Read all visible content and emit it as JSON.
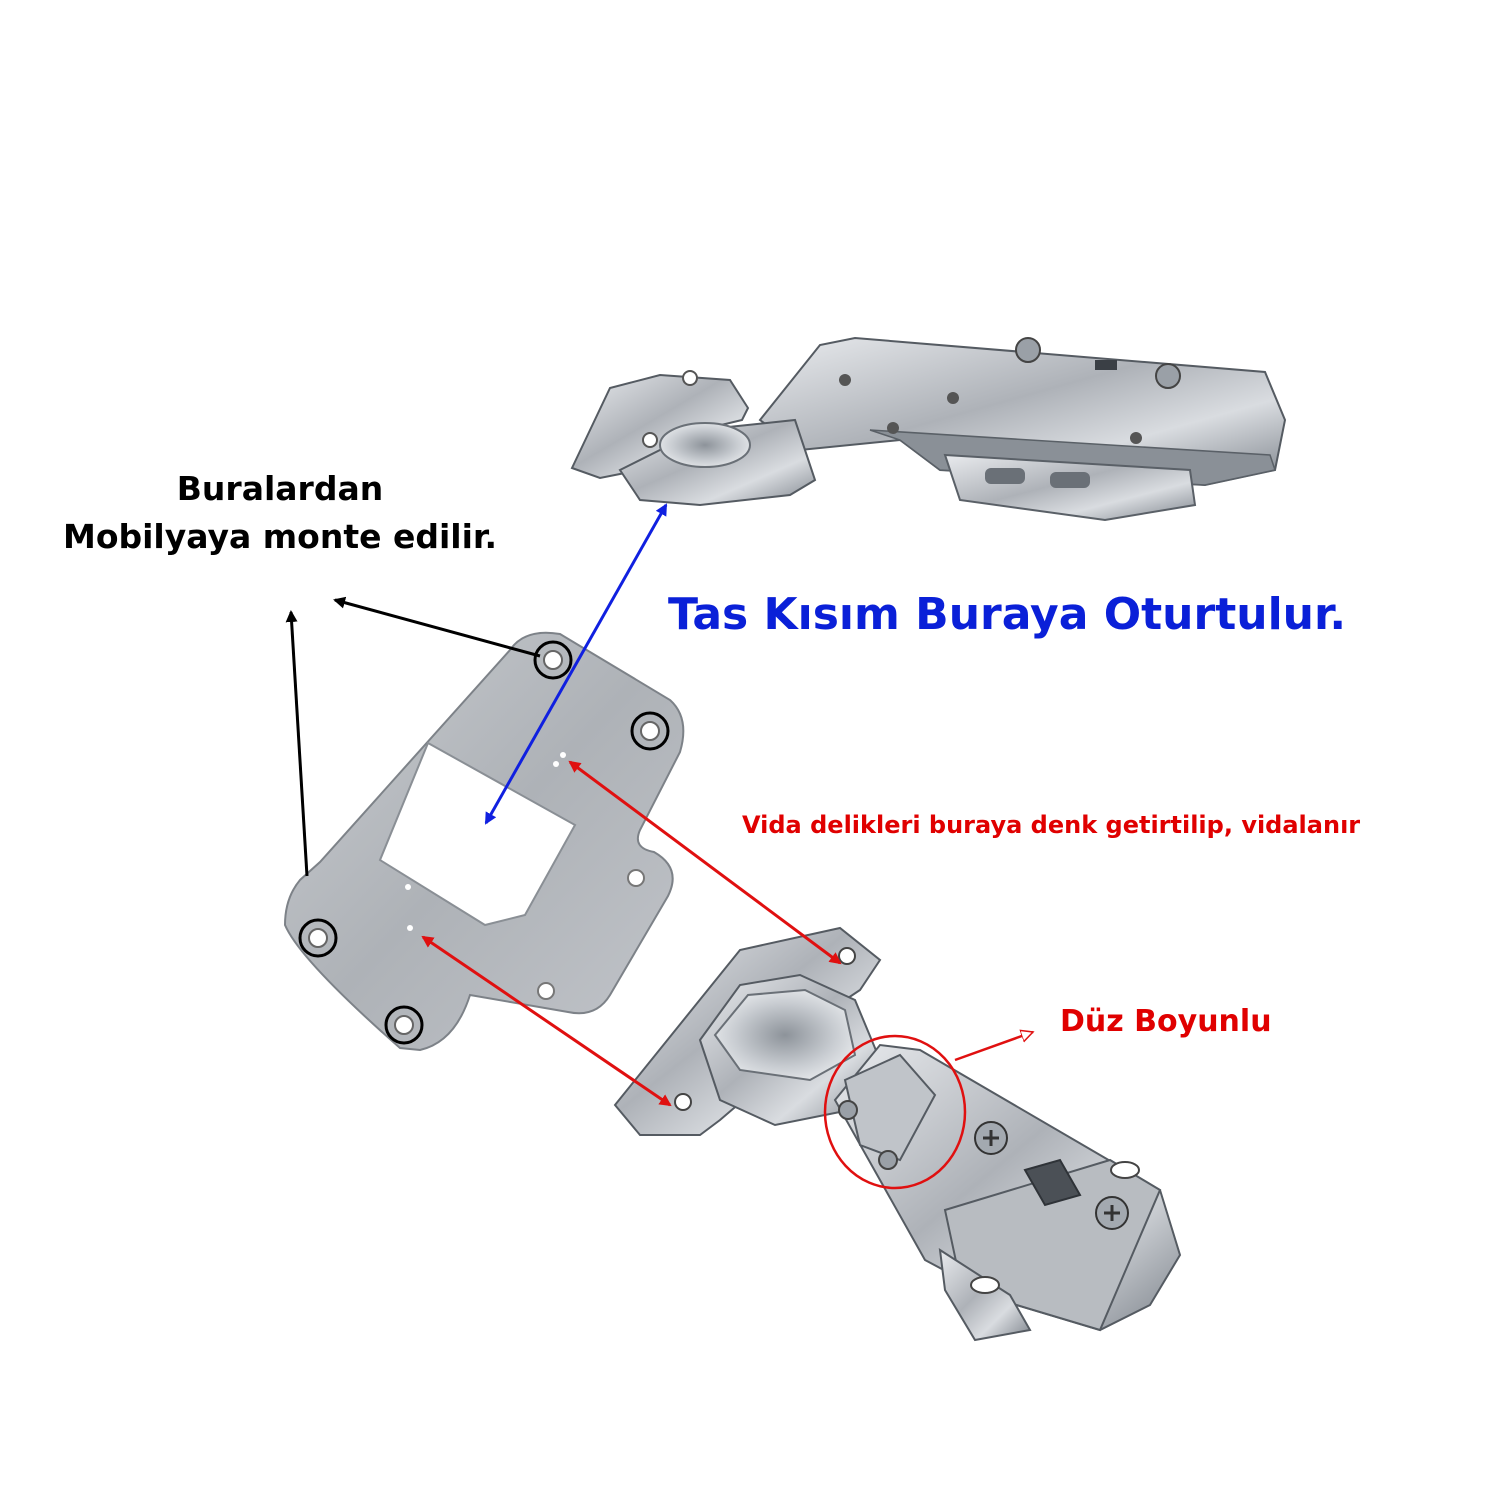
{
  "labels": {
    "mount_line1": "Buralardan",
    "mount_line2": "Mobilyaya monte edilir.",
    "cup": "Tas Kısım Buraya Oturtulur.",
    "screw": "Vida delikleri buraya denk getirtilip, vidalanır",
    "neck": "Düz Boyunlu"
  },
  "colors": {
    "background": "#ffffff",
    "mount_text": "#000000",
    "cup_text": "#0a20d8",
    "screw_text": "#e00000",
    "neck_text": "#e00000",
    "arrow_black": "#000000",
    "arrow_blue": "#1020e0",
    "arrow_red": "#e01010",
    "plate_metal": "#b9bcc1",
    "hinge_metal": "#c8cbd0"
  },
  "icons": {
    "hinge_top": "hinge-open-icon",
    "plate": "mounting-plate-icon",
    "hinge_bottom": "hinge-closed-icon"
  }
}
